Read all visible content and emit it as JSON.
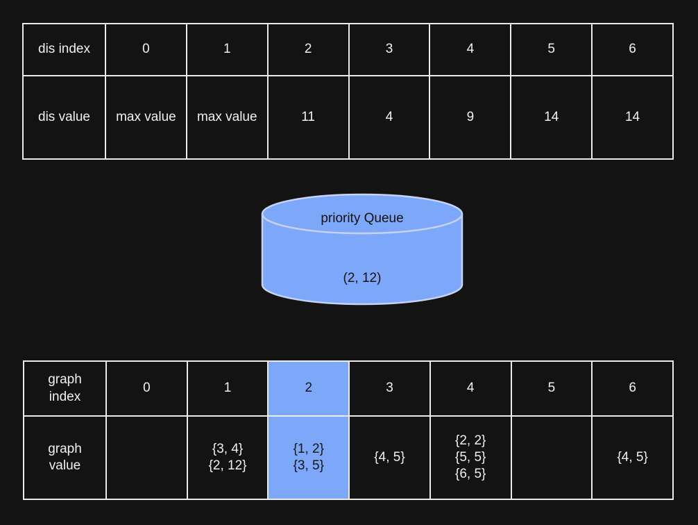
{
  "colors": {
    "background": "#131313",
    "table_border": "#ebebeb",
    "table_text": "#f1f1f1",
    "highlight_fill": "#7da8fa",
    "highlight_text": "#131313",
    "cylinder_fill": "#7da8fa",
    "cylinder_stroke": "#c7d3f3",
    "cylinder_text": "#111111"
  },
  "dis_table": {
    "index_row_label": "dis index",
    "value_row_label": "dis value",
    "indices": [
      "0",
      "1",
      "2",
      "3",
      "4",
      "5",
      "6"
    ],
    "values": [
      "max value",
      "max value",
      "11",
      "4",
      "9",
      "14",
      "14"
    ]
  },
  "priority_queue": {
    "title": "priority Queue",
    "entry": "(2, 12)"
  },
  "graph_table": {
    "index_row_label": "graph\nindex",
    "value_row_label": "graph\nvalue",
    "indices": [
      "0",
      "1",
      "2",
      "3",
      "4",
      "5",
      "6"
    ],
    "values": [
      "",
      "{3, 4}\n{2, 12}",
      "{1, 2}\n{3, 5}",
      "{4, 5}",
      "{2, 2}\n{5, 5}\n{6, 5}",
      "",
      "{4, 5}"
    ],
    "highlighted_column": 2
  }
}
